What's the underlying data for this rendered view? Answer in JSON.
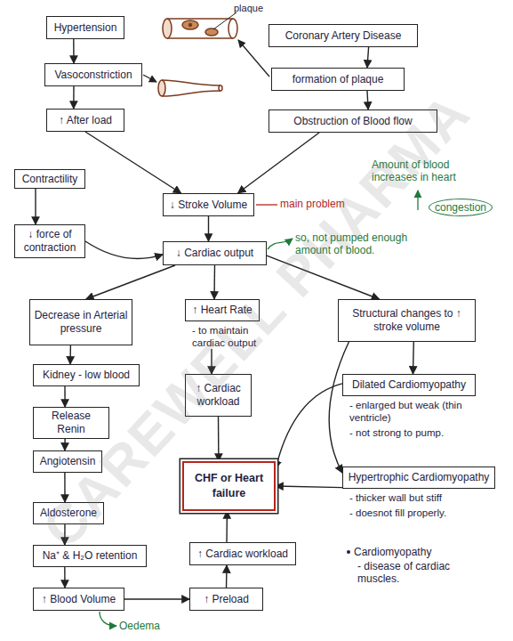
{
  "diagram": {
    "nodes": [
      {
        "text": [
          "Hypertension"
        ]
      },
      {
        "text": [
          "Coronary Artery Disease"
        ]
      },
      {
        "text": [
          "Vasoconstriction"
        ]
      },
      {
        "text": [
          "formation of plaque"
        ]
      },
      {
        "text": [
          "↑ After load"
        ]
      },
      {
        "text": [
          "Obstruction of Blood flow"
        ]
      },
      {
        "text": [
          "Contractility"
        ]
      },
      {
        "text": [
          "↓ Stroke Volume"
        ]
      },
      {
        "text": [
          "↓ force of contraction"
        ]
      },
      {
        "text": [
          "↓ Cardiac output"
        ]
      },
      {
        "text": [
          "Decrease in Arterial pressure"
        ]
      },
      {
        "text": [
          "↑ Heart Rate",
          "- to maintain cardiac output"
        ]
      },
      {
        "text": [
          "Structural changes to ↑ stroke volume"
        ]
      },
      {
        "text": [
          "Kidney - low blood"
        ]
      },
      {
        "text": [
          "↑ Cardiac workload"
        ]
      },
      {
        "text": [
          "Dilated Cardiomyopathy",
          "- enlarged but weak (thin ventricle)",
          "- not strong to pump."
        ]
      },
      {
        "text": [
          "Release Renin"
        ]
      },
      {
        "text": [
          "Angiotensin"
        ]
      },
      {
        "text": [
          "CHF or Heart failure"
        ]
      },
      {
        "text": [
          "Hypertrophic Cardiomyopathy",
          "- thicker wall but stiff",
          "- doesnot fill properly."
        ]
      },
      {
        "text": [
          "Aldosterone"
        ]
      },
      {
        "text": [
          "Na⁺ & H₂O retention"
        ]
      },
      {
        "text": [
          "↑ Cardiac workload"
        ]
      },
      {
        "text": [
          "↑ Blood Volume"
        ]
      },
      {
        "text": [
          "↑ Preload"
        ]
      }
    ],
    "edges": [
      {
        "from": 0,
        "to": 2,
        "arrow": "to"
      },
      {
        "from": 2,
        "to": 4,
        "arrow": "to"
      },
      {
        "from": 1,
        "to": 3,
        "arrow": "to"
      },
      {
        "from": 3,
        "to": 5,
        "arrow": "to"
      },
      {
        "from": 4,
        "to": 7,
        "arrow": "to"
      },
      {
        "from": 5,
        "to": 7,
        "arrow": "to"
      },
      {
        "from": 6,
        "to": 8,
        "arrow": "to"
      },
      {
        "from": 8,
        "to": 9,
        "arrow": "to"
      },
      {
        "from": 7,
        "to": 9,
        "arrow": "to"
      },
      {
        "from": 9,
        "to": 10,
        "arrow": "to"
      },
      {
        "from": 9,
        "to": 11,
        "arrow": "to"
      },
      {
        "from": 9,
        "to": 12,
        "arrow": "to"
      },
      {
        "from": 10,
        "to": 13,
        "arrow": "to"
      },
      {
        "from": 13,
        "to": 16,
        "arrow": "to"
      },
      {
        "from": 16,
        "to": 17,
        "arrow": "to"
      },
      {
        "from": 17,
        "to": 20,
        "arrow": "to"
      },
      {
        "from": 20,
        "to": 21,
        "arrow": "to"
      },
      {
        "from": 21,
        "to": 23,
        "arrow": "to"
      },
      {
        "from": 23,
        "to": 24,
        "arrow": "to"
      },
      {
        "from": 24,
        "to": 22,
        "arrow": "to"
      },
      {
        "from": 22,
        "to": 18,
        "arrow": "to"
      },
      {
        "from": 11,
        "to": 14,
        "arrow": "to"
      },
      {
        "from": 14,
        "to": 18,
        "arrow": "to"
      },
      {
        "from": 12,
        "to": 15,
        "arrow": "to"
      },
      {
        "from": 12,
        "to": 19,
        "arrow": "to"
      },
      {
        "from": 15,
        "to": 18,
        "arrow": "to"
      },
      {
        "from": 19,
        "to": 18,
        "arrow": "to"
      }
    ],
    "labels": [
      "plaque",
      "main problem",
      "Amount of blood increases in heart",
      "congestion",
      "so, not pumped enough amount of blood.",
      "Oedema",
      "Cardiomyopathy",
      "- disease of cardiac muscles.",
      "CAREWELL PHARMA"
    ]
  }
}
